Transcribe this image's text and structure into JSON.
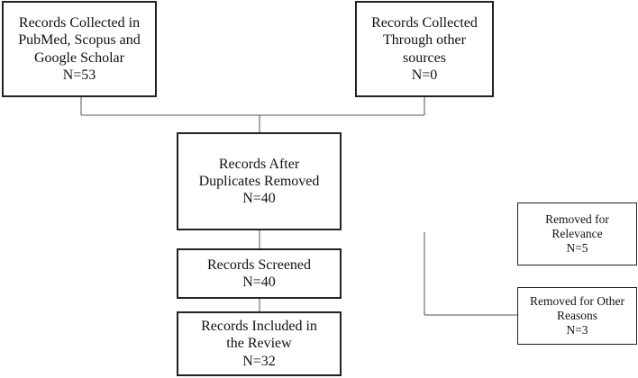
{
  "flowchart": {
    "records_databases": {
      "lines": [
        "Records Collected in",
        "PubMed, Scopus and",
        "Google Scholar"
      ],
      "count": "N=53"
    },
    "records_other": {
      "lines": [
        "Records Collected",
        "Through other",
        "sources"
      ],
      "count": "N=0"
    },
    "after_duplicates": {
      "lines": [
        "Records After",
        "Duplicates Removed"
      ],
      "count": "N=40"
    },
    "screened": {
      "lines": [
        "Records Screened"
      ],
      "count": "N=40"
    },
    "included": {
      "lines": [
        "Records Included in",
        "the Review"
      ],
      "count": "N=32"
    },
    "removed_relevance": {
      "lines": [
        "Removed for",
        "Relevance"
      ],
      "count": "N=5"
    },
    "removed_other": {
      "lines": [
        "Removed for Other",
        "Reasons"
      ],
      "count": "N=3"
    }
  }
}
